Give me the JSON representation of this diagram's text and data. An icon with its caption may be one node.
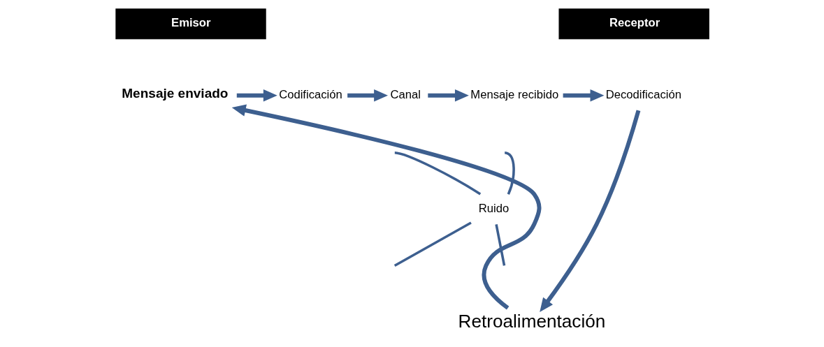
{
  "diagram": {
    "nodes": [
      {
        "text": [
          "Mensaje enviado"
        ]
      },
      {
        "text": [
          "Codificación"
        ]
      },
      {
        "text": [
          "Canal"
        ]
      },
      {
        "text": [
          "Mensaje recibido"
        ]
      },
      {
        "text": [
          "Decodificación"
        ]
      },
      {
        "text": [
          "Ruido"
        ]
      },
      {
        "text": [
          "Retroalimentación"
        ]
      }
    ],
    "edges": [
      {
        "from": 0,
        "to": 1,
        "arrow": "to"
      },
      {
        "from": 1,
        "to": 2,
        "arrow": "to"
      },
      {
        "from": 2,
        "to": 3,
        "arrow": "to"
      },
      {
        "from": 3,
        "to": 4,
        "arrow": "to"
      },
      {
        "from": 4,
        "to": 6,
        "arrow": "to"
      },
      {
        "from": 6,
        "to": 0,
        "arrow": "to"
      },
      {
        "from": 5,
        "to": null,
        "arrow": "none"
      },
      {
        "from": 5,
        "to": null,
        "arrow": "none"
      },
      {
        "from": 5,
        "to": null,
        "arrow": "none"
      },
      {
        "from": 5,
        "to": null,
        "arrow": "none"
      }
    ],
    "labels": [
      "Emisor",
      "Receptor"
    ]
  }
}
